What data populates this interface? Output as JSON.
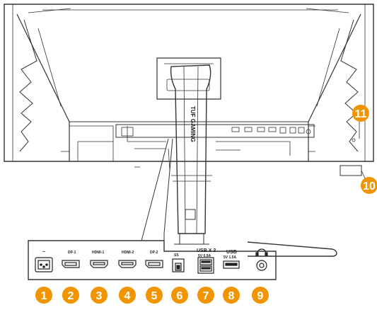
{
  "brand": "TUF GAMING",
  "ports": [
    {
      "number": "1",
      "label": "~",
      "icon": "power-inlet-icon"
    },
    {
      "number": "2",
      "label": "DP-1",
      "icon": "displayport-icon"
    },
    {
      "number": "3",
      "label": "HDMI-1",
      "icon": "hdmi-icon"
    },
    {
      "number": "4",
      "label": "HDMI-2",
      "icon": "hdmi-icon"
    },
    {
      "number": "5",
      "label": "DP-2",
      "icon": "displayport-icon"
    },
    {
      "number": "6",
      "label": "SS",
      "icon": "usb-b-upstream-icon"
    },
    {
      "number": "7",
      "label": "USB X 2",
      "sublabel": "5V 0.9A",
      "icon": "usb-a-dual-icon"
    },
    {
      "number": "8",
      "label": "USB",
      "sublabel": "5V 1.5A",
      "icon": "usb-a-icon"
    },
    {
      "number": "9",
      "label": "",
      "icon": "headphone-icon"
    }
  ],
  "callouts": [
    {
      "number": "10"
    },
    {
      "number": "11"
    }
  ],
  "colors": {
    "badge": "#f29400",
    "line": "#333333"
  }
}
